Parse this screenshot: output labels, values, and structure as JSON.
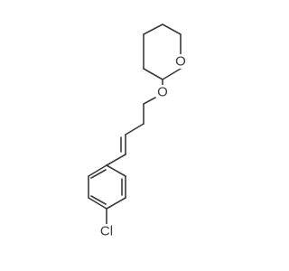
{
  "molecule": {
    "atoms": {
      "ring_oxygen": "O",
      "ether_oxygen": "O",
      "chlorine": "Cl"
    },
    "colors": {
      "bond": "#3a3a3a",
      "label": "#3a3a3a",
      "background": "#ffffff"
    }
  }
}
